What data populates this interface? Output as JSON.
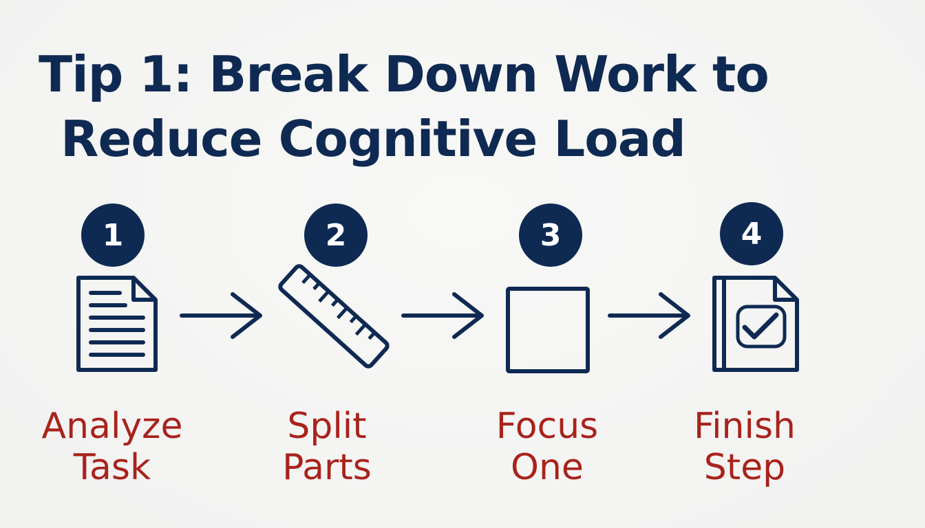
{
  "title": {
    "line1": "Tip 1: Break Down Work to",
    "line2": "Reduce Cognitive Load"
  },
  "steps": [
    {
      "number": "1",
      "label_line1": "Analyze",
      "label_line2": "Task",
      "icon": "document-icon"
    },
    {
      "number": "2",
      "label_line1": "Split",
      "label_line2": "Parts",
      "icon": "ruler-icon"
    },
    {
      "number": "3",
      "label_line1": "Focus",
      "label_line2": "One",
      "icon": "square-icon"
    },
    {
      "number": "4",
      "label_line1": "Finish",
      "label_line2": "Step",
      "icon": "checked-document-icon"
    }
  ],
  "arrows": [
    "right-arrow-icon",
    "right-arrow-icon",
    "right-arrow-icon"
  ],
  "colors": {
    "navy": "#0f2a52",
    "red": "#a8231c",
    "background": "#f4f4f3"
  }
}
